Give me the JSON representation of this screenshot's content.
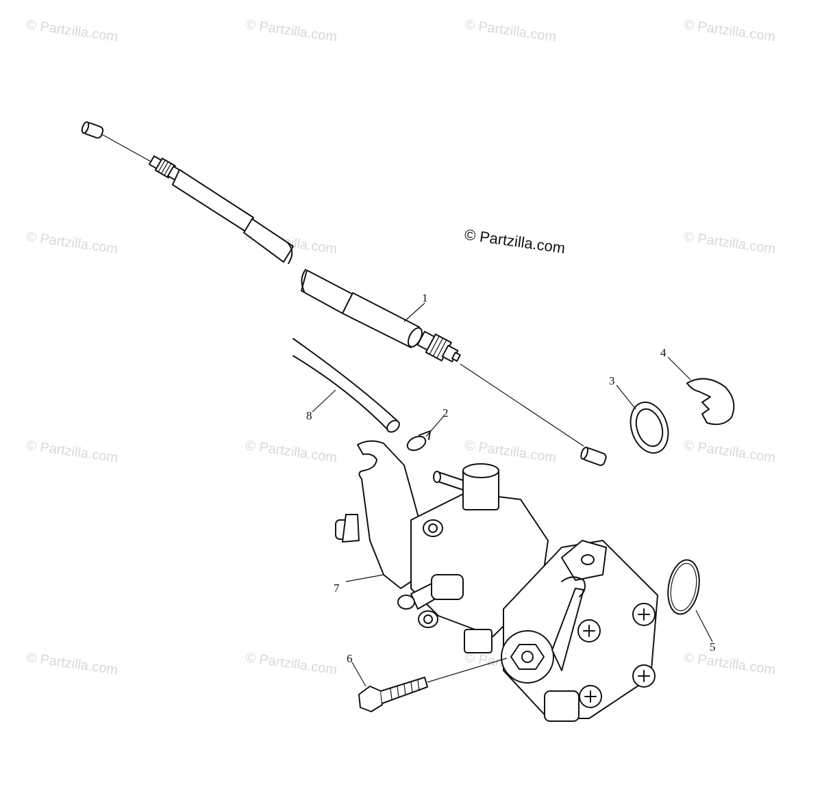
{
  "watermark": {
    "small_text": "© Partzilla.com",
    "main_text": "© Partzilla.com"
  },
  "callouts": [
    {
      "id": "1",
      "label": "1"
    },
    {
      "id": "2",
      "label": "2"
    },
    {
      "id": "3",
      "label": "3"
    },
    {
      "id": "4",
      "label": "4"
    },
    {
      "id": "5",
      "label": "5"
    },
    {
      "id": "6",
      "label": "6"
    },
    {
      "id": "7",
      "label": "7"
    },
    {
      "id": "8",
      "label": "8"
    }
  ],
  "colors": {
    "line": "#111111",
    "watermark": "#d8d8d8",
    "background": "#ffffff"
  }
}
